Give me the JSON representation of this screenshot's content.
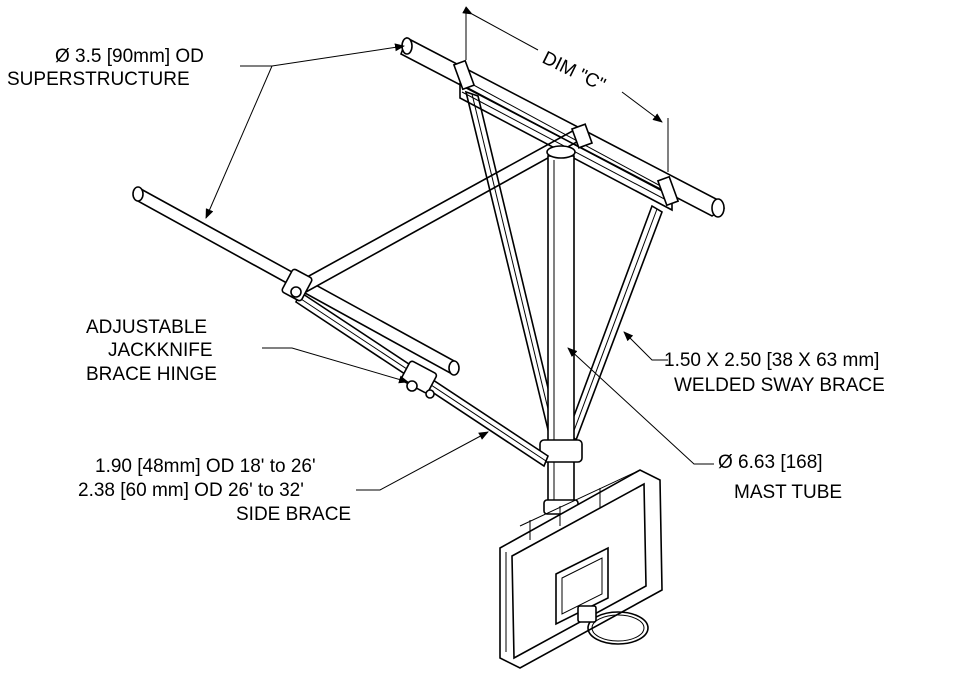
{
  "labels": {
    "superstructure_1": "Ø 3.5 [90mm] OD",
    "superstructure_2": "SUPERSTRUCTURE",
    "dim_c": "DIM \"C\"",
    "hinge_1": "ADJUSTABLE",
    "hinge_2": "JACKKNIFE",
    "hinge_3": "BRACE HINGE",
    "sway_1": "1.50 X 2.50 [38 X 63 mm]",
    "sway_2": "WELDED SWAY BRACE",
    "mast_1": "Ø 6.63 [168]",
    "mast_2": "MAST TUBE",
    "side_1": "1.90 [48mm] OD 18' to 26'",
    "side_2": "2.38 [60 mm] OD  26' to 32'",
    "side_3": "SIDE BRACE"
  }
}
